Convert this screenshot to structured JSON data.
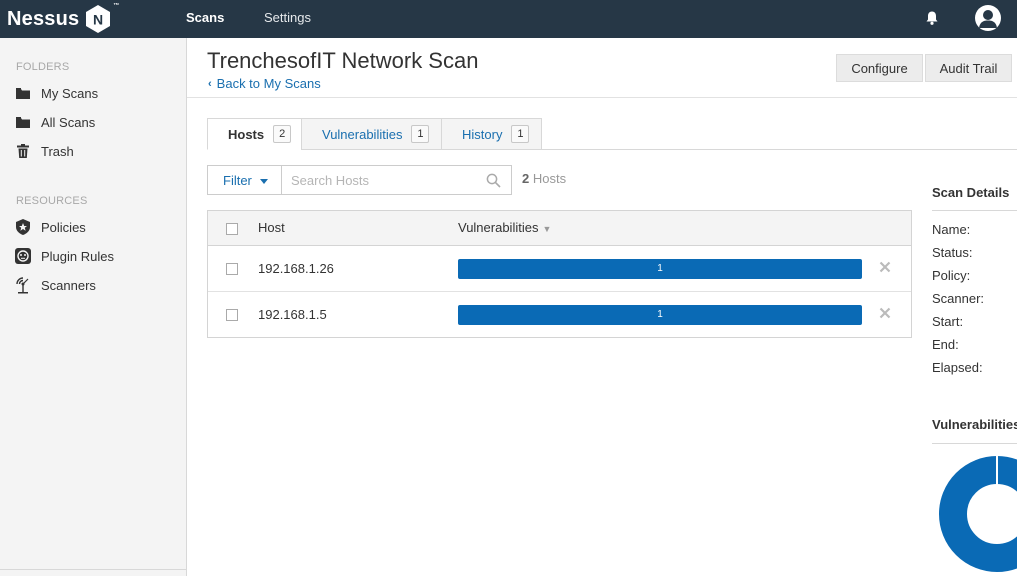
{
  "app": {
    "logo_text": "Nessus",
    "logo_badge": "N",
    "logo_tm": "™"
  },
  "topnav": {
    "scans": "Scans",
    "settings": "Settings"
  },
  "sidebar": {
    "folders_heading": "FOLDERS",
    "folders": [
      {
        "label": "My Scans",
        "icon": "folder-icon"
      },
      {
        "label": "All Scans",
        "icon": "folder-icon"
      },
      {
        "label": "Trash",
        "icon": "trash-icon"
      }
    ],
    "resources_heading": "RESOURCES",
    "resources": [
      {
        "label": "Policies",
        "icon": "policy-shield-icon"
      },
      {
        "label": "Plugin Rules",
        "icon": "plugin-rules-icon"
      },
      {
        "label": "Scanners",
        "icon": "scanner-radar-icon"
      }
    ]
  },
  "header": {
    "title": "TrenchesofIT Network Scan",
    "back_link": "Back to My Scans",
    "configure": "Configure",
    "audit_trail": "Audit Trail"
  },
  "tabs": [
    {
      "label": "Hosts",
      "count": "2",
      "active": true
    },
    {
      "label": "Vulnerabilities",
      "count": "1",
      "active": false
    },
    {
      "label": "History",
      "count": "1",
      "active": false
    }
  ],
  "toolbar": {
    "filter": "Filter",
    "search_placeholder": "Search Hosts",
    "hosts_count_number": "2",
    "hosts_count_label": "Hosts"
  },
  "table": {
    "columns": {
      "host": "Host",
      "vulnerabilities": "Vulnerabilities",
      "sort_glyph": "▼"
    },
    "rows": [
      {
        "host": "192.168.1.26",
        "vuln_count": "1",
        "fill_fraction": 1.0
      },
      {
        "host": "192.168.1.5",
        "vuln_count": "1",
        "fill_fraction": 1.0
      }
    ]
  },
  "scan_details": {
    "title": "Scan Details",
    "labels": [
      "Name:",
      "Status:",
      "Policy:",
      "Scanner:",
      "Start:",
      "End:",
      "Elapsed:"
    ]
  },
  "vulnerabilities_panel": {
    "title": "Vulnerabilities"
  },
  "colors": {
    "topbar": "#263746",
    "link": "#1a6faf",
    "bar_fill": "#0a6ab5",
    "donut": "#0a6ab5"
  }
}
